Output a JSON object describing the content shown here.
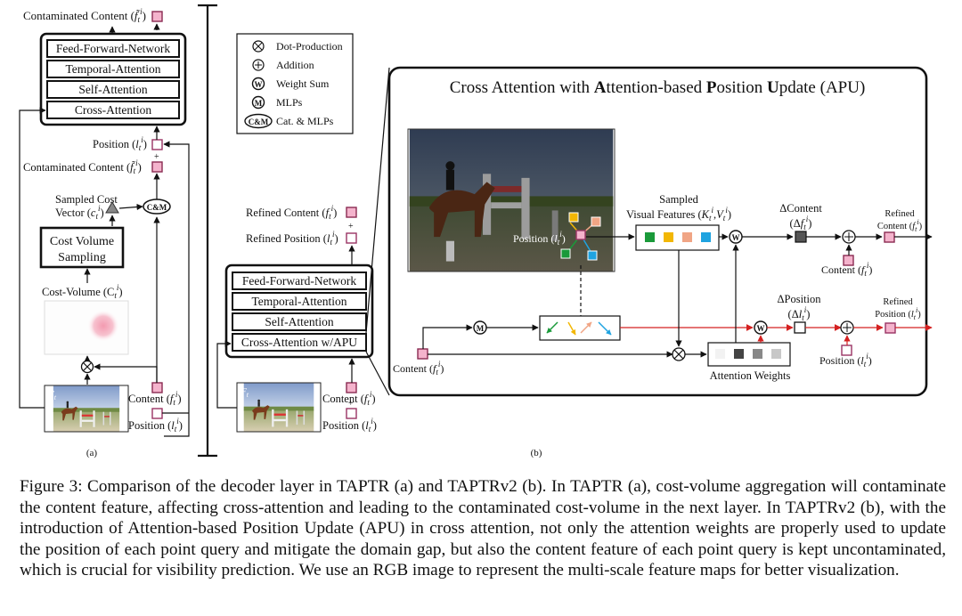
{
  "figure": {
    "panel_a": {
      "output_label": "Contaminated Content (",
      "output_sym": "f̃",
      "blocks": [
        "Feed-Forward-Network",
        "Temporal-Attention",
        "Self-Attention",
        "Cross-Attention"
      ],
      "position_label": "Position (",
      "position_sym": "l",
      "contaminated_label": "Contaminated Content (",
      "sampled_line1": "Sampled Cost",
      "sampled_line2": "Vector (",
      "sampled_sym": "c",
      "cm_label": "C&M",
      "cv_sampling_line1": "Cost Volume",
      "cv_sampling_line2": "Sampling",
      "cost_volume_label": "Cost-Volume (C",
      "image_label": "F",
      "content_label": "Content (",
      "content_sym": "f",
      "position_in_label": "Position (",
      "position_in_sym": "l",
      "caption": "(a)"
    },
    "legend": {
      "items": [
        {
          "symbol": "⊗",
          "label": "Dot-Production"
        },
        {
          "symbol": "+",
          "label": "Addition"
        },
        {
          "symbol": "W",
          "label": "Weight Sum"
        },
        {
          "symbol": "M",
          "label": "MLPs"
        },
        {
          "symbol": "C&M",
          "label": "Cat. & MLPs"
        }
      ]
    },
    "panel_b": {
      "refined_content_label": "Refined Content (",
      "refined_position_label": "Refined Position (",
      "blocks": [
        "Feed-Forward-Network",
        "Temporal-Attention",
        "Self-Attention",
        "Cross-Attention w/APU"
      ],
      "image_label": "F",
      "content_label": "Content (",
      "position_label": "Position (",
      "caption": "(b)",
      "zoom": {
        "title_parts": [
          {
            "t": "Cross Attention with ",
            "b": false
          },
          {
            "t": "A",
            "b": true
          },
          {
            "t": "ttention-based ",
            "b": false
          },
          {
            "t": "P",
            "b": true
          },
          {
            "t": "osition ",
            "b": false
          },
          {
            "t": "U",
            "b": true
          },
          {
            "t": "pdate (APU)",
            "b": false
          }
        ],
        "position_point_label": "Position (",
        "sampled_line1": "Sampled",
        "sampled_line2": "Visual Features (",
        "delta_content_label": "ΔContent",
        "delta_position_label": "ΔPosition",
        "refined_content_line1": "Refined",
        "refined_content_line2": "Content (",
        "refined_position_line1": "Refined",
        "refined_position_line2": "Position (",
        "content_in_label": "Content (",
        "content_add_label": "Content (",
        "position_add_label": "Position (",
        "attention_weights_label": "Attention Weights",
        "feature_colors": [
          "#1a9a3a",
          "#f2b705",
          "#f0a585",
          "#1fa3e0"
        ],
        "weight_grays": [
          "#f2f2f2",
          "#444444",
          "#888888",
          "#c8c8c8"
        ]
      }
    }
  },
  "caption": "Figure 3: Comparison of the decoder layer in TAPTR (a) and TAPTRv2 (b). In TAPTR (a), cost-volume aggregation will contaminate the content feature, affecting cross-attention and leading to the contaminated cost-volume in the next layer. In TAPTRv2 (b), with the introduction of Attention-based Position Update (APU) in cross attention, not only the attention weights are properly used to update the position of each point query and mitigate the domain gap, but also the content feature of each point query is kept uncontaminated, which is crucial for visibility prediction. We use an RGB image to represent the multi-scale feature maps for better visualization.",
  "colors": {
    "query_fill": "#f4b3cc",
    "query_stroke": "#8a2b52",
    "position_stroke": "#9a3464",
    "red_path": "#d42020"
  }
}
